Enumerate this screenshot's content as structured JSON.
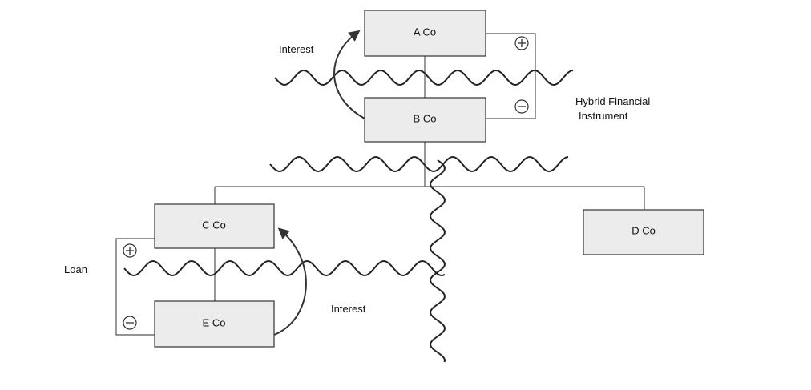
{
  "entities": {
    "a": "A Co",
    "b": "B Co",
    "c": "C Co",
    "d": "D Co",
    "e": "E Co"
  },
  "labels": {
    "interest_top": "Interest",
    "interest_bottom": "Interest",
    "loan": "Loan",
    "hybrid_line1": "Hybrid Financial",
    "hybrid_line2": "Instrument"
  }
}
